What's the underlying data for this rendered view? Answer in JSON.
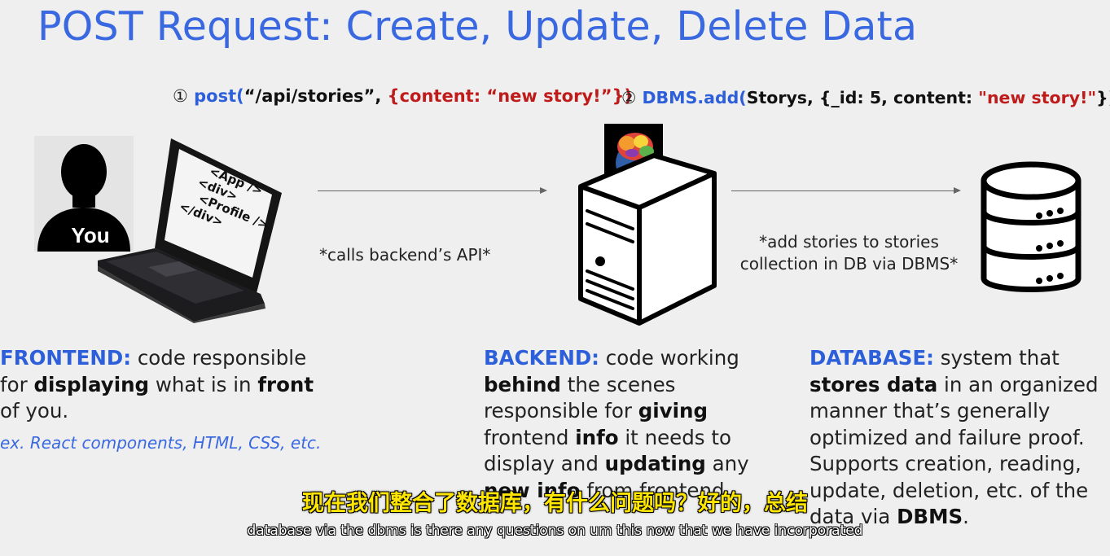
{
  "slide": {
    "title": "POST Request: Create, Update, Delete Data"
  },
  "calls": {
    "first": {
      "number": "①",
      "fn": "post(",
      "path": "“/api/stories”,",
      "body": "{content: “new story!”})"
    },
    "second": {
      "number": "②",
      "fn": "DBMS.add(",
      "args": "Storys, {_id:  5, content:",
      "value": "\"new story!\"",
      "close": "})"
    }
  },
  "user": {
    "label": "You",
    "laptop_code": [
      "<App />",
      "<div>",
      "<Profile />",
      "</div>"
    ]
  },
  "notes": {
    "frontend_to_backend": "*calls backend’s API*",
    "backend_to_db_line1": "*add stories to stories",
    "backend_to_db_line2": "collection in DB via DBMS*"
  },
  "frontend": {
    "heading": "FRONTEND:",
    "t1": " code responsible",
    "t2": "for ",
    "b1": "displaying",
    "t3": " what is in ",
    "b2": "front",
    "t4": "of you.",
    "example": "ex. React components, HTML, CSS, etc."
  },
  "backend": {
    "heading": "BACKEND:",
    "t1": " code working",
    "b1": "behind",
    "t2": " the scenes",
    "t3": "responsible for ",
    "b2": "giving",
    "t4": "frontend ",
    "b3": "info",
    "t5": " it needs to",
    "t6": "display and ",
    "b4": "updating",
    "t7": " any",
    "b5": "new info",
    "t8": " from frontend."
  },
  "database": {
    "heading": "DATABASE:",
    "t1": " system that",
    "b1": "stores data",
    "t2": " in an organized",
    "t3": "manner that’s generally",
    "t4": "optimized and failure proof.",
    "t5": "Supports creation, reading,",
    "t6": "update, deletion, etc. of the",
    "t7": "data via ",
    "b2": "DBMS",
    "t8": "."
  },
  "subtitles": {
    "zh": "现在我们整合了数据库，有什么问题吗？好的，总结",
    "en": "database via the dbms is there any questions on um this now that we have incorporated"
  },
  "colors": {
    "accent_blue": "#2c5fd9",
    "title_blue": "#3a68e0",
    "string_red": "#c01b1b",
    "subtitle_yellow": "#ffe600"
  }
}
